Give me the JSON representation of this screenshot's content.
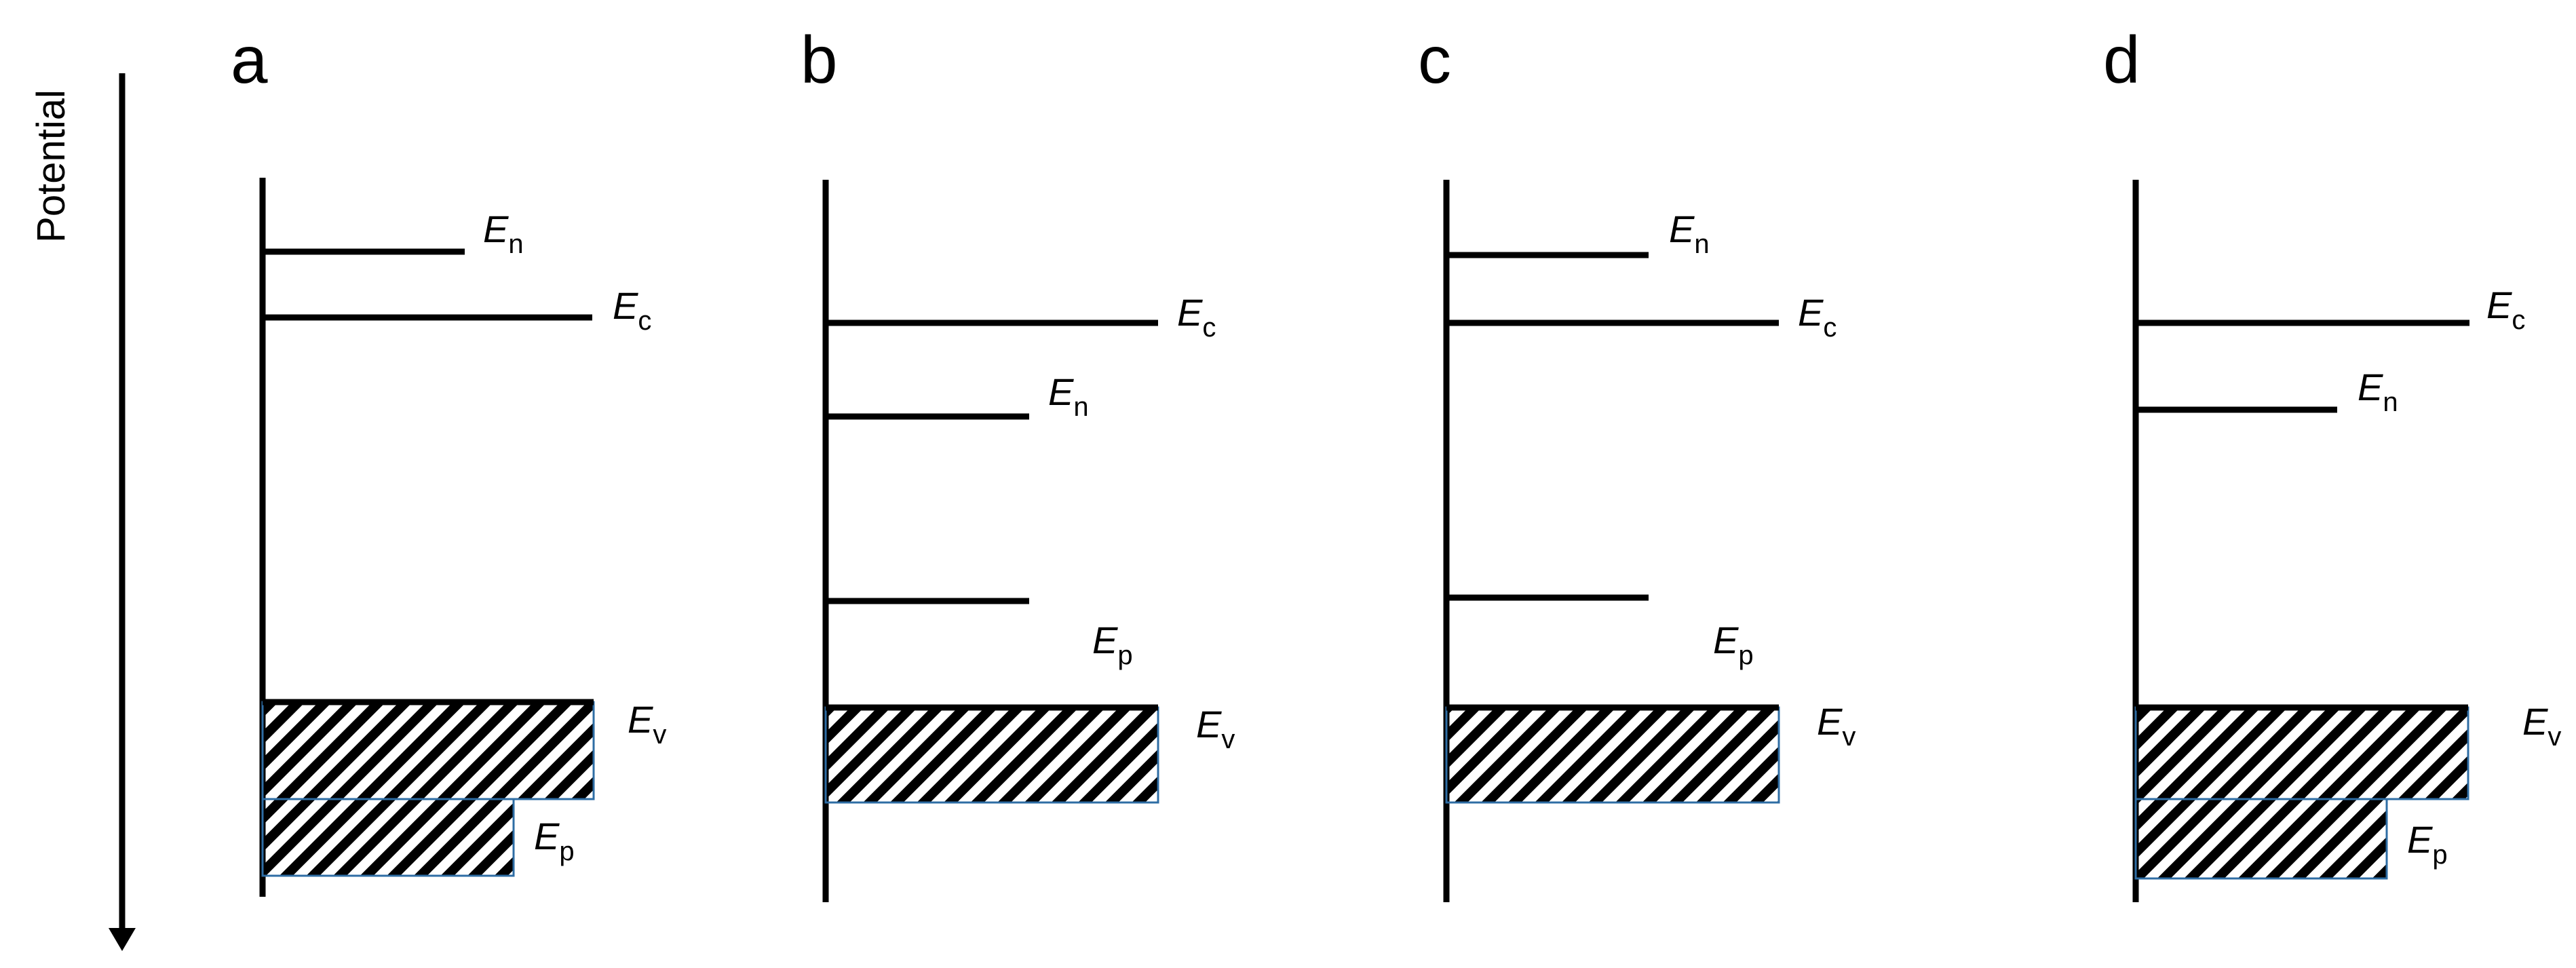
{
  "axis": {
    "label": "Potential"
  },
  "panels": [
    {
      "letter": "a",
      "levels": [
        {
          "key": "En",
          "main": "E",
          "sub": "n"
        },
        {
          "key": "Ec",
          "main": "E",
          "sub": "c"
        },
        {
          "key": "Ev",
          "main": "E",
          "sub": "v"
        },
        {
          "key": "Ep",
          "main": "E",
          "sub": "p"
        }
      ]
    },
    {
      "letter": "b",
      "levels": [
        {
          "key": "Ec",
          "main": "E",
          "sub": "c"
        },
        {
          "key": "En",
          "main": "E",
          "sub": "n"
        },
        {
          "key": "Ep",
          "main": "E",
          "sub": "p"
        },
        {
          "key": "Ev",
          "main": "E",
          "sub": "v"
        }
      ]
    },
    {
      "letter": "c",
      "levels": [
        {
          "key": "En",
          "main": "E",
          "sub": "n"
        },
        {
          "key": "Ec",
          "main": "E",
          "sub": "c"
        },
        {
          "key": "Ep",
          "main": "E",
          "sub": "p"
        },
        {
          "key": "Ev",
          "main": "E",
          "sub": "v"
        }
      ]
    },
    {
      "letter": "d",
      "levels": [
        {
          "key": "Ec",
          "main": "E",
          "sub": "c"
        },
        {
          "key": "En",
          "main": "E",
          "sub": "n"
        },
        {
          "key": "Ev",
          "main": "E",
          "sub": "v"
        },
        {
          "key": "Ep",
          "main": "E",
          "sub": "p"
        }
      ]
    }
  ]
}
